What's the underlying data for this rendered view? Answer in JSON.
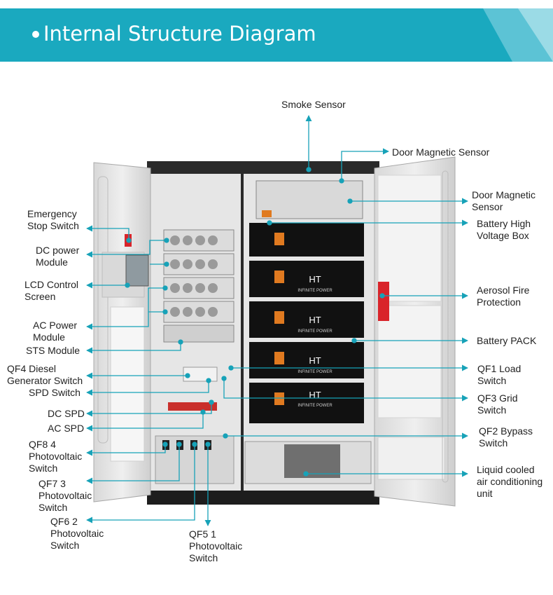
{
  "header": {
    "title": "Internal Structure Diagram",
    "colors": {
      "band": "#1aa9bf",
      "band_light": "#7fd0de",
      "accent": "#17a2b8"
    }
  },
  "labels": {
    "smoke_sensor": "Smoke Sensor",
    "door_magnetic_sensor_1": "Door Magnetic Sensor",
    "door_magnetic_sensor_2": "Door Magnetic\nSensor",
    "emergency_stop_switch": "Emergency\nStop Switch",
    "battery_high_voltage_box": "Battery High\nVoltage Box",
    "dc_power_module": "DC power\nModule",
    "lcd_control_screen": "LCD Control\nScreen",
    "aerosol_fire_protection": "Aerosol Fire\nProtection",
    "ac_power_module": "AC Power\nModule",
    "battery_pack": "Battery PACK",
    "sts_module": "STS Module",
    "qf4_diesel_generator_switch": "QF4 Diesel\nGenerator Switch",
    "qf1_load_switch": "QF1 Load\nSwitch",
    "spd_switch": "SPD Switch",
    "qf3_grid_switch": "QF3 Grid\nSwitch",
    "dc_spd": "DC SPD",
    "ac_spd": "AC SPD",
    "qf2_bypass_switch": "QF2 Bypass\nSwitch",
    "qf8_4_photovoltaic_switch": "QF8 4\nPhotovoltaic\nSwitch",
    "liquid_cooled_ac_unit": "Liquid cooled\nair conditioning\nunit",
    "qf7_3_photovoltaic_switch": "QF7 3\nPhotovoltaic\nSwitch",
    "qf6_2_photovoltaic_switch": "QF6 2\nPhotovoltaic\nSwitch",
    "qf5_1_photovoltaic_switch": "QF5 1\nPhotovoltaic\nSwitch"
  },
  "cabinet": {
    "battery_brand": "HT",
    "battery_tagline": "INFINITE POWER"
  }
}
